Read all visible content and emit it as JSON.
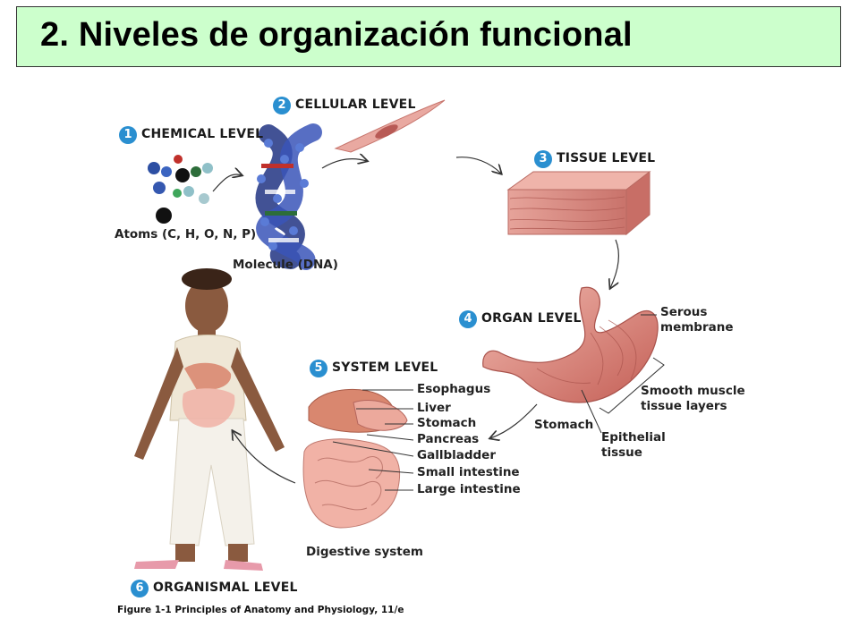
{
  "title": "2. Niveles de organización funcional",
  "levels": {
    "chemical": {
      "num": "1",
      "label": "CHEMICAL LEVEL"
    },
    "cellular": {
      "num": "2",
      "label": "CELLULAR LEVEL"
    },
    "tissue": {
      "num": "3",
      "label": "TISSUE LEVEL"
    },
    "organ": {
      "num": "4",
      "label": "ORGAN LEVEL"
    },
    "system": {
      "num": "5",
      "label": "SYSTEM LEVEL"
    },
    "organismal": {
      "num": "6",
      "label": "ORGANISMAL LEVEL"
    }
  },
  "labels": {
    "atoms": "Atoms (C, H, O, N, P)",
    "molecule": "Molecule (DNA)",
    "serous_1": "Serous",
    "serous_2": "membrane",
    "smooth_1": "Smooth muscle",
    "smooth_2": "tissue layers",
    "stomach_organ": "Stomach",
    "epithelial_1": "Epithelial",
    "epithelial_2": "tissue",
    "digestive": "Digestive system"
  },
  "system_parts": [
    "Esophagus",
    "Liver",
    "Stomach",
    "Pancreas",
    "Gallbladder",
    "Small intestine",
    "Large intestine"
  ],
  "caption": "Figure 1-1  Principles of Anatomy and Physiology, 11/e",
  "colors": {
    "title_bg": "#ccffcc",
    "badge": "#2a8fd0"
  }
}
